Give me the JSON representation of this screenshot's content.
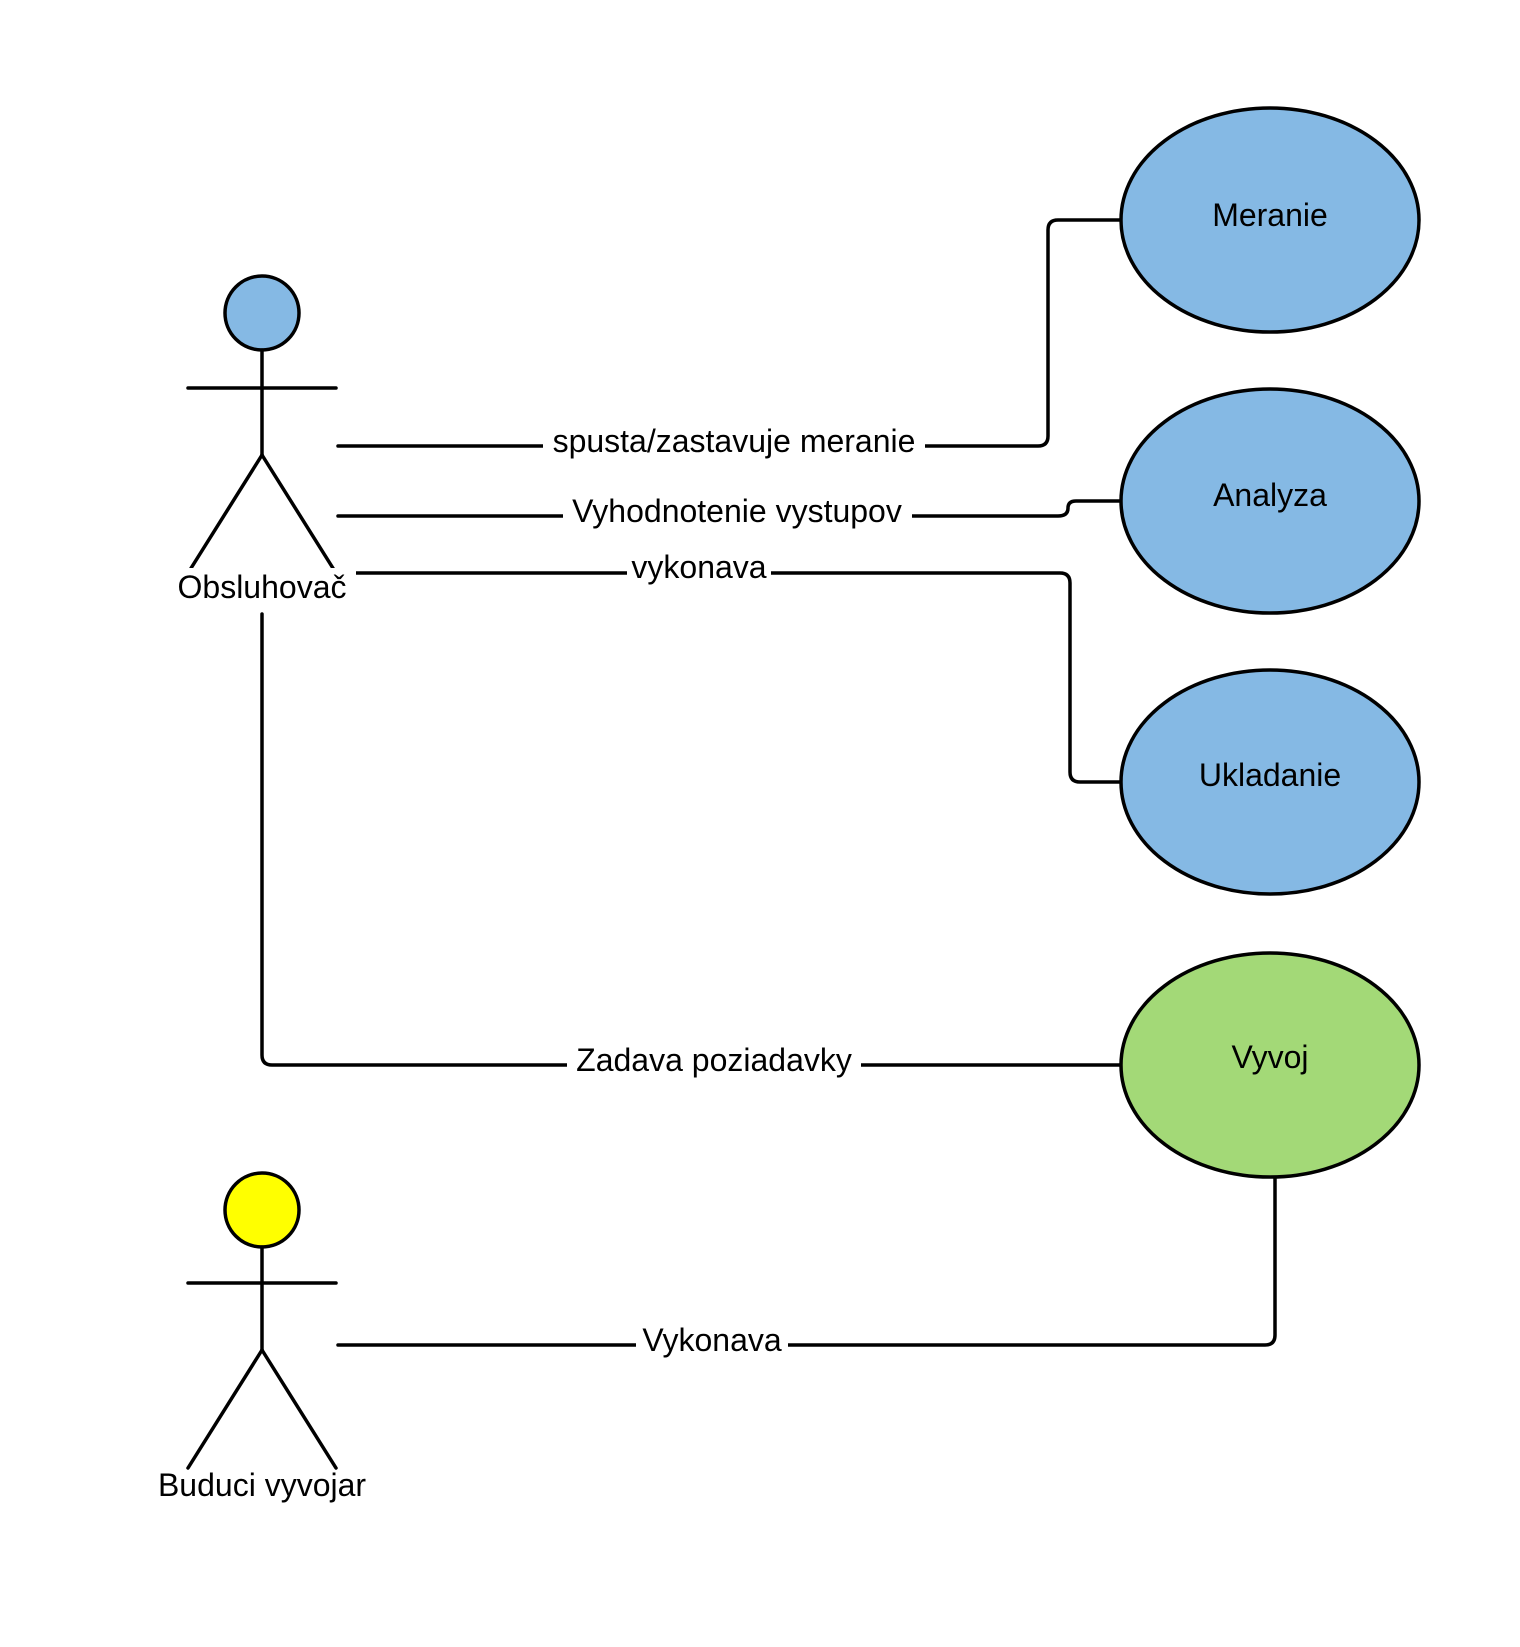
{
  "colors": {
    "operator_fill": "#85b9e4",
    "developer_fill": "#ffff00",
    "usecase_blue": "#85b9e4",
    "usecase_green": "#a3d977"
  },
  "actors": {
    "operator": {
      "label": "Obsluhovač"
    },
    "developer": {
      "label": "Buduci vyvojar"
    }
  },
  "use_cases": {
    "meranie": {
      "label": "Meranie"
    },
    "analyza": {
      "label": "Analyza"
    },
    "ukladanie": {
      "label": "Ukladanie"
    },
    "vyvoj": {
      "label": "Vyvoj"
    }
  },
  "associations": {
    "start_stop": {
      "label": "spusta/zastavuje meranie"
    },
    "evaluation": {
      "label": "Vyhodnotenie vystupov"
    },
    "performs": {
      "label": "vykonava"
    },
    "requests": {
      "label": "Zadava poziadavky"
    },
    "develops": {
      "label": "Vykonava"
    }
  }
}
